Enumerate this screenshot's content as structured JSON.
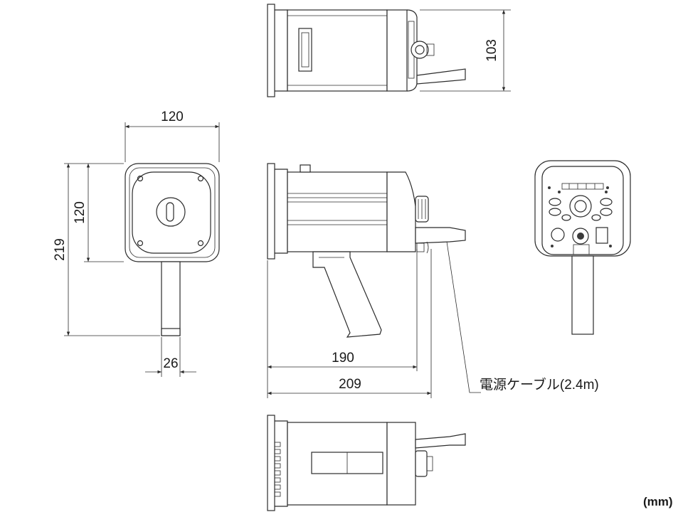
{
  "dimensions": {
    "top_height": "103",
    "front_width": "120",
    "front_body_height": "120",
    "front_total_height": "219",
    "grip_width": "26",
    "side_length": "190",
    "side_total_length": "209"
  },
  "cable_label": "電源ケーブル(2.4m)",
  "unit_label": "(mm)"
}
